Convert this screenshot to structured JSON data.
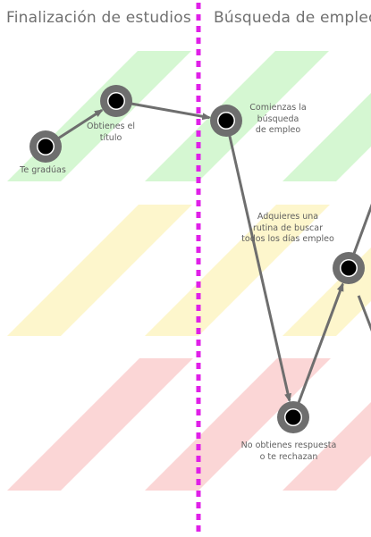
{
  "stages": [
    {
      "title": "Finalización de estudios"
    },
    {
      "title": "Búsqueda de empleo"
    }
  ],
  "events": [
    {
      "label": "Te gradúas"
    },
    {
      "label": "Obtienes el\ntítulo"
    },
    {
      "label": "Comienzas la\nbúsqueda\nde empleo"
    },
    {
      "label": "Adquieres una\nrutina de buscar\ntodos los días empleo"
    },
    {
      "label": "No obtienes respuesta\no te rechazan"
    }
  ],
  "mood_bands": [
    {
      "level": "positive",
      "color": "#d5f7d2"
    },
    {
      "level": "neutral",
      "color": "#fdf6cc"
    },
    {
      "level": "negative",
      "color": "#fbd6d6"
    }
  ],
  "colors": {
    "divider": "#e020e8",
    "line": "#6e6e6e",
    "node_ring": "#6e6e6e",
    "node_fill": "#000000",
    "text": "#707070"
  }
}
